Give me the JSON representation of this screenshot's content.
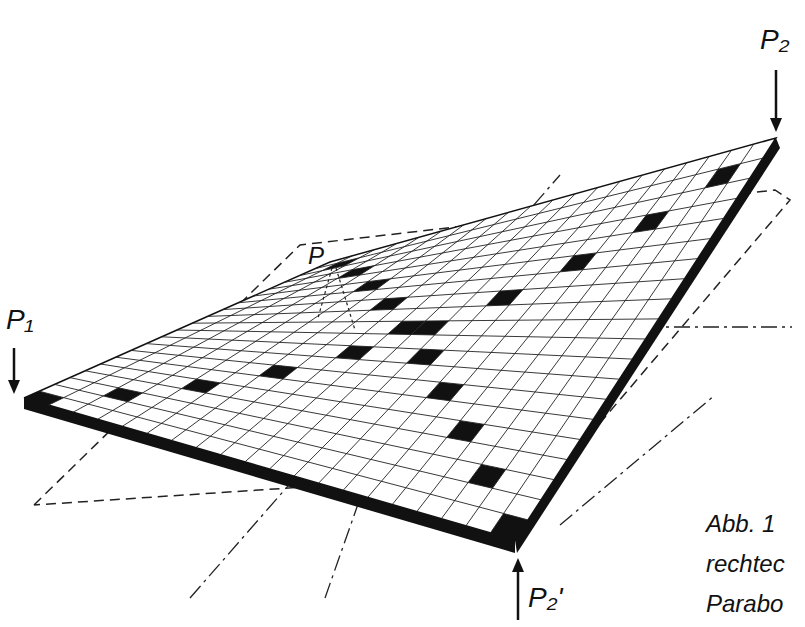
{
  "diagram": {
    "caption": "Abb. 1 rechtec Parabo",
    "labels": [
      "P₁",
      "P₂",
      "P",
      "P₂'"
    ]
  }
}
